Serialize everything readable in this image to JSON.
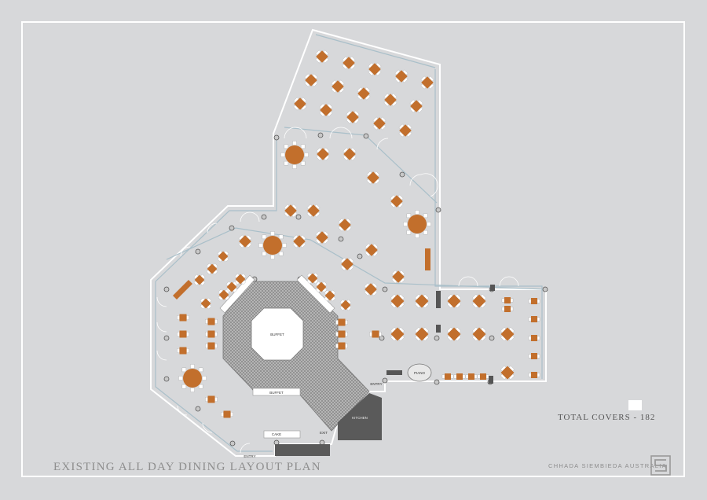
{
  "title": "EXISTING ALL DAY DINING LAYOUT PLAN",
  "total_covers": "TOTAL COVERS - 182",
  "firm": "CHHADA SIEMBIEDA AUSTRALIA",
  "labels": {
    "buffet_center": "BUFFET",
    "buffet_front": "BUFFET",
    "piano": "PIANO",
    "entry_right": "ENTRY",
    "kitchen": "KITCHEN",
    "exit": "EXIT",
    "cake": "CAKE",
    "entry_bottom": "ENTRY"
  },
  "colors": {
    "background": "#d7d8da",
    "table": "#c26f2c",
    "chair": "#ffffff",
    "wall": "#ffffff",
    "glass": "#a9bfc9",
    "buffet_hatch": "#8a8a8a",
    "kitchen": "#555555"
  },
  "icons": {
    "logo": "square-spiral-logo-icon"
  }
}
